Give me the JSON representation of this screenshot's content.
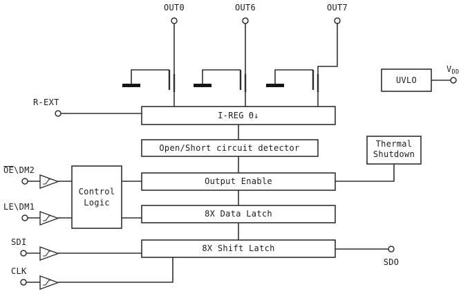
{
  "diagram": {
    "outputs": [
      {
        "label": "OUT0"
      },
      {
        "label": "OUT6"
      },
      {
        "label": "OUT7"
      }
    ],
    "blocks": {
      "i_reg": "I-REG",
      "i_reg_symbol": "Θ↓",
      "open_short_detector": "Open/Short circuit detector",
      "thermal_shutdown_line1": "Thermal",
      "thermal_shutdown_line2": "Shutdown",
      "uvlo": "UVLO",
      "output_enable": "Output Enable",
      "data_latch": "8X Data Latch",
      "shift_latch": "8X Shift Latch",
      "control_logic_line1": "Control",
      "control_logic_line2": "Logic"
    },
    "pins": {
      "r_ext": "R-EXT",
      "oe_dm2": "OE\\DM2",
      "le_dm1": "LE\\DM1",
      "sdi": "SDI",
      "clk": "CLK",
      "sdo": "SDO",
      "vdd_base": "V",
      "vdd_subscript": "DD"
    },
    "colors": {
      "line": "#2e2e2e",
      "background": "#ffffff"
    }
  }
}
